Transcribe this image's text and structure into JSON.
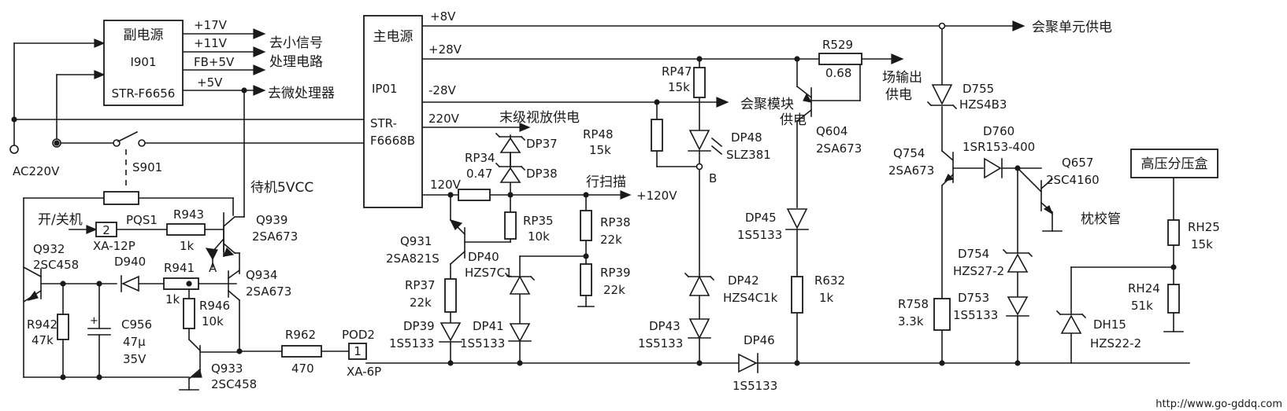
{
  "blocks": {
    "aux_psu": [
      "副电源",
      "I901",
      "STR-F6656"
    ],
    "main_psu": [
      "主电源",
      "IP01",
      "STR-",
      "F6668B"
    ],
    "hv_box": "高压分压盒"
  },
  "rails": {
    "aux": [
      "+17V",
      "+11V",
      "FB+5V",
      "+5V"
    ],
    "main": [
      "+8V",
      "+28V",
      "-28V",
      "220V",
      "120V",
      "+120V"
    ]
  },
  "destinations": {
    "small_signal": [
      "去小信号",
      "处理电路"
    ],
    "micro": "去微处理器",
    "convergence_unit": "会聚单元供电",
    "convergence_module": [
      "会聚模块",
      "供电"
    ],
    "field_output": [
      "场输出",
      "供电"
    ],
    "video_output": "末级视放供电",
    "h_scan": "行扫描",
    "standby": "待机5VCC",
    "pincushion": "枕校管"
  },
  "labels": {
    "ac": "AC220V",
    "switch": "S901",
    "power": "开/关机",
    "conn_pqs1": [
      "PQS1",
      "2",
      "XA-12P"
    ],
    "conn_pod2": [
      "POD2",
      "1",
      "XA-6P"
    ],
    "node_a": "A",
    "node_b": "B",
    "website": "http://www.go-gddq.com"
  },
  "components": {
    "R943": [
      "R943",
      "1k"
    ],
    "R941": [
      "R941",
      "1k"
    ],
    "R942": [
      "R942",
      "47k"
    ],
    "R946": [
      "R946",
      "10k"
    ],
    "R962": [
      "R962",
      "470"
    ],
    "C956": [
      "C956",
      "47μ",
      "35V"
    ],
    "D940": "D940",
    "Q939": [
      "Q939",
      "2SA673"
    ],
    "Q934": [
      "Q934",
      "2SA673"
    ],
    "Q932": [
      "Q932",
      "2SC458"
    ],
    "Q933": [
      "Q933",
      "2SC458"
    ],
    "RP34": [
      "RP34",
      "0.47"
    ],
    "RP35": [
      "RP35",
      "10k"
    ],
    "RP37": [
      "RP37",
      "22k"
    ],
    "RP38": [
      "RP38",
      "22k"
    ],
    "RP39": [
      "RP39",
      "22k"
    ],
    "RP47": [
      "RP47",
      "15k"
    ],
    "RP48": [
      "RP48",
      "15k"
    ],
    "DP37": "DP37",
    "DP38": "DP38",
    "DP39": [
      "DP39",
      "1S5133"
    ],
    "DP40": [
      "DP40",
      "HZS7C1"
    ],
    "DP41": [
      "DP41",
      "1S5133"
    ],
    "DP42": [
      "DP42",
      "HZS4C1k"
    ],
    "DP43": [
      "DP43",
      "1S5133"
    ],
    "DP45": [
      "DP45",
      "1S5133"
    ],
    "DP46": [
      "DP46",
      "1S5133"
    ],
    "DP48": [
      "DP48",
      "SLZ381"
    ],
    "Q931": [
      "Q931",
      "2SA821S"
    ],
    "R529": [
      "R529",
      "0.68"
    ],
    "Q604": [
      "Q604",
      "2SA673"
    ],
    "R632": [
      "R632",
      "1k"
    ],
    "D755": [
      "D755",
      "HZS4B3"
    ],
    "D760": [
      "D760",
      "1SR153-400"
    ],
    "Q754": [
      "Q754",
      "2SA673"
    ],
    "Q657": [
      "Q657",
      "2SC4160"
    ],
    "D754": [
      "D754",
      "HZS27-2"
    ],
    "D753": [
      "D753",
      "1S5133"
    ],
    "R758": [
      "R758",
      "3.3k"
    ],
    "RH25": [
      "RH25",
      "15k"
    ],
    "RH24": [
      "RH24",
      "51k"
    ],
    "DH15": [
      "DH15",
      "HZS22-2"
    ]
  }
}
